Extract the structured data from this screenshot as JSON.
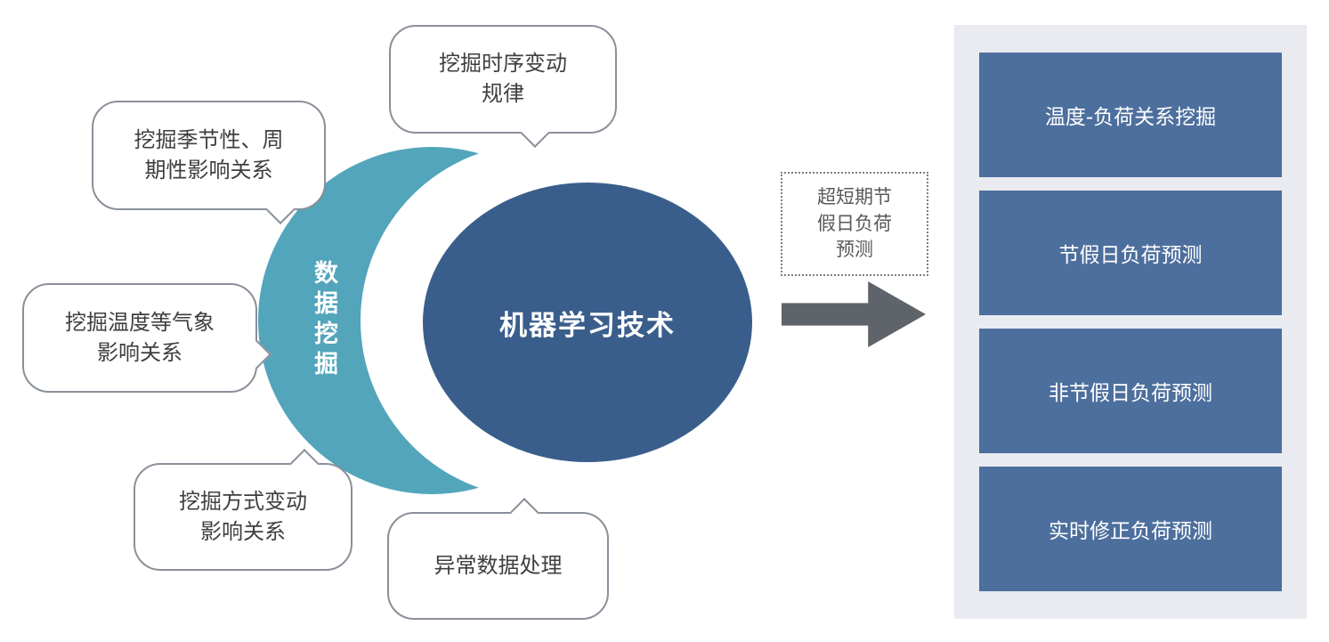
{
  "callouts": [
    {
      "id": "time-series",
      "lines": [
        "挖掘时序变动",
        "规律"
      ]
    },
    {
      "id": "seasonality",
      "lines": [
        "挖掘季节性、周",
        "期性影响关系"
      ]
    },
    {
      "id": "temperature",
      "lines": [
        "挖掘温度等气象",
        "影响关系"
      ]
    },
    {
      "id": "method-change",
      "lines": [
        "挖掘方式变动",
        "影响关系"
      ]
    },
    {
      "id": "abnormal-data",
      "lines": [
        "异常数据处理"
      ]
    }
  ],
  "crescent": {
    "label": "数据挖掘",
    "color": "#52a5bb"
  },
  "ellipse": {
    "label": "机器学习技术",
    "color": "#3a5e8c"
  },
  "dotted_note": {
    "lines": [
      "超短期节",
      "假日负荷",
      "预测"
    ],
    "border_color": "#7f7f7f",
    "text_color": "#595959"
  },
  "arrow": {
    "color": "#5f646a"
  },
  "panel": {
    "background": "#e9ebf1",
    "box_color": "#4d6f9d",
    "items": [
      {
        "label": "温度-负荷关系挖掘"
      },
      {
        "label": "节假日负荷预测"
      },
      {
        "label": "非节假日负荷预测"
      },
      {
        "label": "实时修正负荷预测"
      }
    ]
  }
}
